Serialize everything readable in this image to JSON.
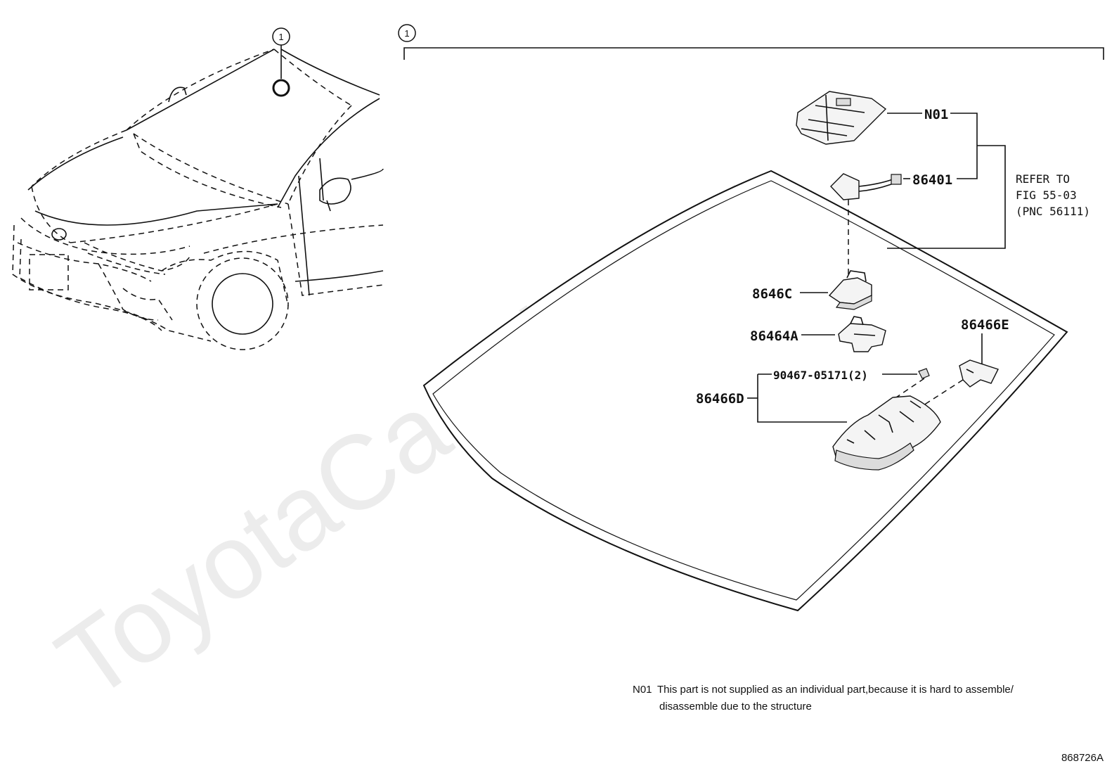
{
  "diagram": {
    "callout_number": "1",
    "parts": {
      "n01": "N01",
      "p86401": "86401",
      "p8646c": "8646C",
      "p86464a": "86464A",
      "p86466e": "86466E",
      "p90467": "90467-05171(2)",
      "p86466d": "86466D"
    },
    "refer": {
      "line1": "REFER TO",
      "line2": "FIG 55-03",
      "line3": "(PNC 56111)"
    },
    "note": {
      "code": "N01",
      "line1": "This part is not supplied as an individual part,because it is hard to assemble/",
      "line2": "disassemble due to the structure"
    },
    "figure_id": "868726A",
    "watermark": "ToyotaCarMine.ru"
  }
}
